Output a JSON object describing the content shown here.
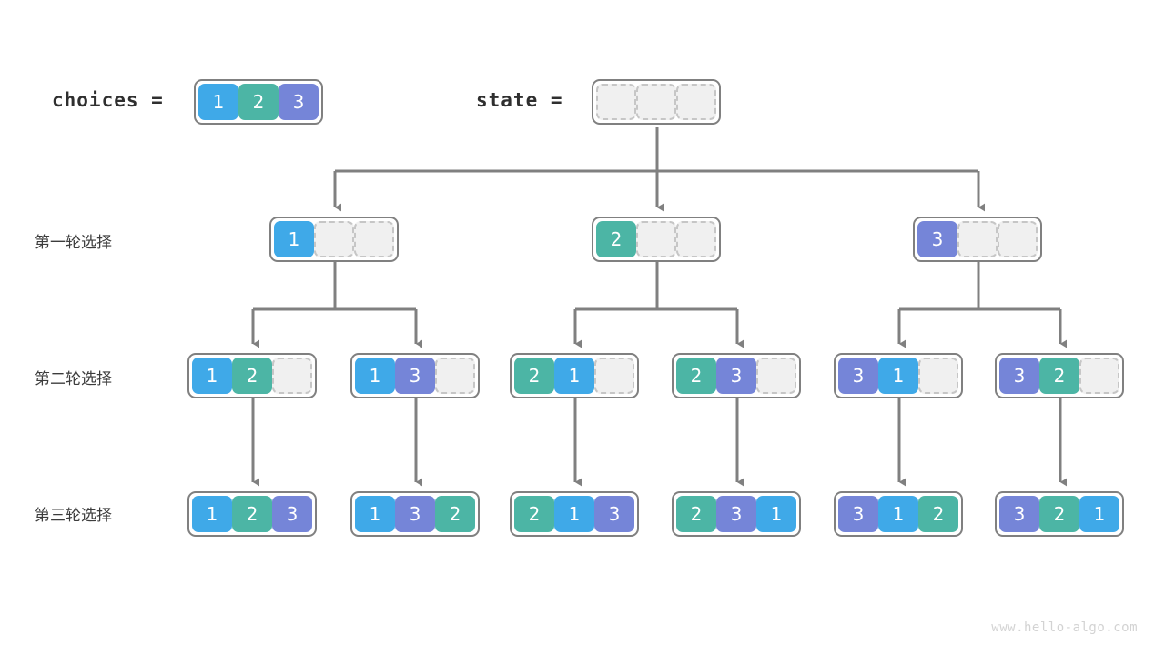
{
  "title": "permutation-backtracking-tree",
  "watermark": "www.hello-algo.com",
  "header": {
    "choices_label": "choices =",
    "state_label": "state ="
  },
  "palette": {
    "value1": "#3fa9e8",
    "value2": "#4cb5a5",
    "value3": "#7585d8",
    "empty_fill": "#f0f0f0",
    "empty_border": "#c6c6c6",
    "group_border": "#808080",
    "wire": "#808080",
    "text": "#3c3c3c",
    "watermark": "#d3d3d3"
  },
  "row_labels": [
    "第一轮选择",
    "第二轮选择",
    "第三轮选择"
  ],
  "choices": {
    "cells": [
      "1",
      "2",
      "3"
    ]
  },
  "state": {
    "cells": [
      "",
      "",
      ""
    ]
  },
  "rows": [
    {
      "label": "第一轮选择",
      "nodes": [
        {
          "cells": [
            "1",
            "",
            ""
          ]
        },
        {
          "cells": [
            "2",
            "",
            ""
          ]
        },
        {
          "cells": [
            "3",
            "",
            ""
          ]
        }
      ]
    },
    {
      "label": "第二轮选择",
      "nodes": [
        {
          "cells": [
            "1",
            "2",
            ""
          ]
        },
        {
          "cells": [
            "1",
            "3",
            ""
          ]
        },
        {
          "cells": [
            "2",
            "1",
            ""
          ]
        },
        {
          "cells": [
            "2",
            "3",
            ""
          ]
        },
        {
          "cells": [
            "3",
            "1",
            ""
          ]
        },
        {
          "cells": [
            "3",
            "2",
            ""
          ]
        }
      ]
    },
    {
      "label": "第三轮选择",
      "nodes": [
        {
          "cells": [
            "1",
            "2",
            "3"
          ]
        },
        {
          "cells": [
            "1",
            "3",
            "2"
          ]
        },
        {
          "cells": [
            "2",
            "1",
            "3"
          ]
        },
        {
          "cells": [
            "2",
            "3",
            "1"
          ]
        },
        {
          "cells": [
            "3",
            "1",
            "2"
          ]
        },
        {
          "cells": [
            "3",
            "2",
            "1"
          ]
        }
      ]
    }
  ]
}
